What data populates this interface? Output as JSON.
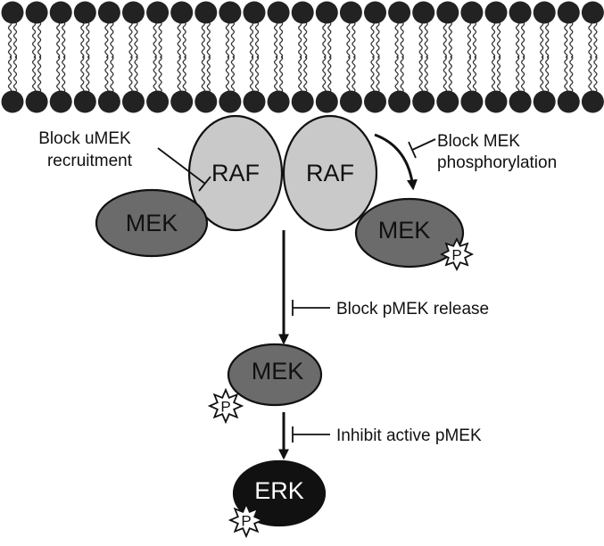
{
  "colors": {
    "lipid_head": "#222222",
    "tail": "#333333",
    "raf_fill": "#c9c9c9",
    "mek_fill": "#6b6b6b",
    "erk_fill": "#111111",
    "outline": "#111111",
    "text_dark": "#111111",
    "text_light": "#ffffff",
    "phospho_fill": "#ffffff"
  },
  "membrane": {
    "lipid_count": 25
  },
  "nodes": {
    "raf_left": "RAF",
    "raf_right": "RAF",
    "mek_unbound": "MEK",
    "mek_bound": "MEK",
    "mek_released": "MEK",
    "erk": "ERK"
  },
  "phospho_label": "P",
  "annotations": {
    "block_recruitment": [
      "Block uMEK",
      "recruitment"
    ],
    "block_phosphorylation": [
      "Block MEK",
      "phosphorylation"
    ],
    "block_release": "Block pMEK release",
    "inhibit_active": "Inhibit active pMEK"
  }
}
